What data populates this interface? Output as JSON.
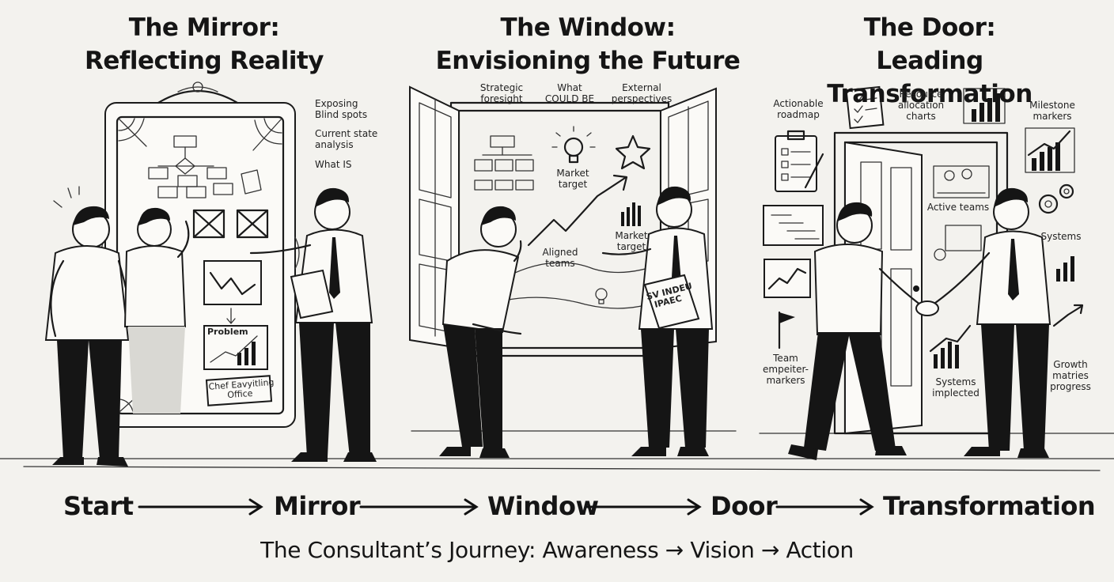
{
  "panels": {
    "mirror": {
      "title_line1": "The Mirror:",
      "title_line2": "Reflecting Reality",
      "notes": {
        "blind_spots": "Exposing\nBlind spots",
        "current_state": "Current state\nanalysis",
        "what_is": "What IS",
        "problem_label": "Problem",
        "tag_label": "Chef Eavyitling\nOffice"
      }
    },
    "window": {
      "title_line1": "The Window:",
      "title_line2": "Envisioning the Future",
      "notes": {
        "strategic_foresight": "Strategic\nforesight",
        "what_could_be": "What\nCOULD BE",
        "external_perspectives": "External\nperspectives",
        "market_target_1": "Market\ntarget",
        "market_target_2": "Market\ntarget",
        "aligned_teams": "Aligned\nteams",
        "binder_label": "SV INDEU\nIPAEC"
      }
    },
    "door": {
      "title_line1": "The Door:",
      "title_line2": "Leading Transformation",
      "notes": {
        "actionable_roadmap": "Actionable\nroadmap",
        "resource_allocation": "Resource\nallocation\ncharts",
        "milestone_markers": "Milestone\nmarkers",
        "active_teams": "Active teams",
        "systems": "Systems",
        "team_markers": "Team\nempeiter-\nmarkers",
        "systems_implemented": "Systems\nimplected",
        "growth_metrics": "Growth\nmatries\nprogress"
      }
    }
  },
  "flow": {
    "steps": [
      "Start",
      "Mirror",
      "Window",
      "Door",
      "Transformation"
    ]
  },
  "footer": {
    "caption": "The Consultant’s Journey: Awareness → Vision → Action"
  },
  "icons": {
    "lightbulb": "lightbulb-icon",
    "star": "star-burst-icon",
    "flag": "flag-icon",
    "gear": "gear-icon",
    "clipboard": "clipboard-icon",
    "chart": "bar-chart-icon"
  }
}
